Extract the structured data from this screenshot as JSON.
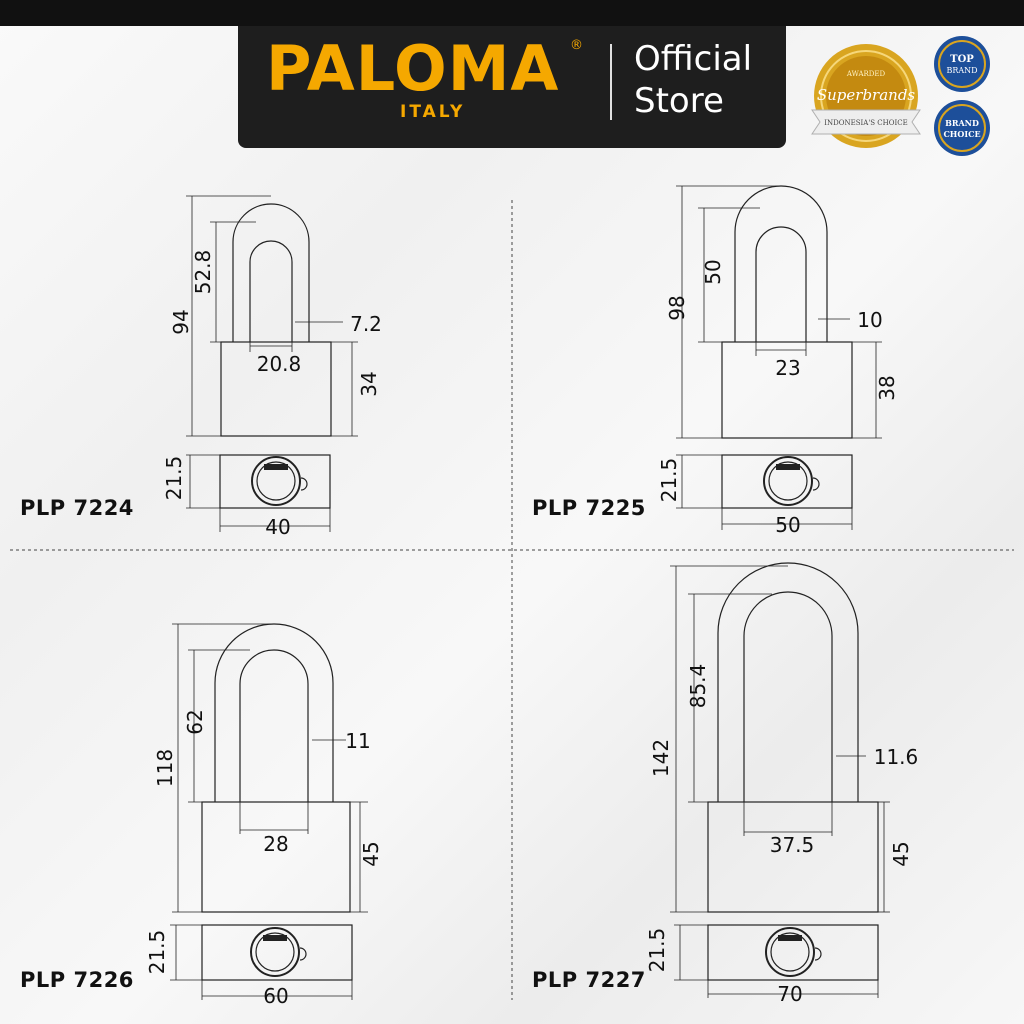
{
  "header": {
    "brand": "PALOMA",
    "brand_mark": "®",
    "brand_sub": "ITALY",
    "store_line1": "Official",
    "store_line2": "Store"
  },
  "badges": {
    "superbrands": {
      "top": "AWARDED",
      "name": "Superbrands",
      "ribbon": "INDONESIA'S CHOICE"
    },
    "top_brand": {
      "line1": "TOP",
      "line2": "BRAND"
    },
    "brand_choice": {
      "line1": "BRAND",
      "line2": "CHOICE"
    }
  },
  "products": [
    {
      "model": "PLP 7224",
      "dimensions": {
        "total_height": "94",
        "shackle_height": "52.8",
        "shackle_diameter": "7.2",
        "shackle_inner_width": "20.8",
        "body_height": "34",
        "body_depth": "21.5",
        "body_width": "40"
      }
    },
    {
      "model": "PLP 7225",
      "dimensions": {
        "total_height": "98",
        "shackle_height": "50",
        "shackle_diameter": "10",
        "shackle_inner_width": "23",
        "body_height": "38",
        "body_depth": "21.5",
        "body_width": "50"
      }
    },
    {
      "model": "PLP 7226",
      "dimensions": {
        "total_height": "118",
        "shackle_height": "62",
        "shackle_diameter": "11",
        "shackle_inner_width": "28",
        "body_height": "45",
        "body_depth": "21.5",
        "body_width": "60"
      }
    },
    {
      "model": "PLP 7227",
      "dimensions": {
        "total_height": "142",
        "shackle_height": "85.4",
        "shackle_diameter": "11.6",
        "shackle_inner_width": "37.5",
        "body_height": "45",
        "body_depth": "21.5",
        "body_width": "70"
      }
    }
  ],
  "colors": {
    "brand_accent": "#f5a800",
    "header_bg": "#1e1e1e",
    "line": "#222222",
    "gold_badge": "#d9a520",
    "blue_badge": "#1d4f9a"
  }
}
